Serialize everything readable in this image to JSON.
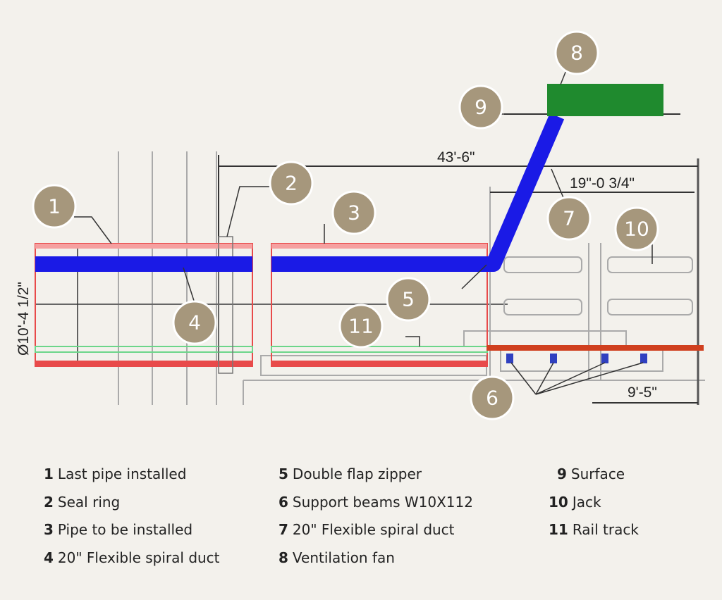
{
  "dimensions": {
    "overall_length": "43'-6\"",
    "partial_length": "19\"-0 3/4\"",
    "beam_spacing": "9'-5\"",
    "diameter": "Ø10'-4 1/2\""
  },
  "callouts": [
    "1",
    "2",
    "3",
    "4",
    "5",
    "6",
    "7",
    "8",
    "9",
    "10",
    "11"
  ],
  "legend": [
    {
      "num": "1",
      "label": "Last pipe installed"
    },
    {
      "num": "2",
      "label": "Seal ring"
    },
    {
      "num": "3",
      "label": "Pipe to be installed"
    },
    {
      "num": "4",
      "label": "20\" Flexible spiral duct"
    },
    {
      "num": "5",
      "label": "Double flap zipper"
    },
    {
      "num": "6",
      "label": "Support beams W10X112"
    },
    {
      "num": "7",
      "label": "20\" Flexible spiral duct"
    },
    {
      "num": "8",
      "label": "Ventilation fan"
    },
    {
      "num": "9",
      "label": "Surface"
    },
    {
      "num": "10",
      "label": "Jack"
    },
    {
      "num": "11",
      "label": "Rail track"
    }
  ],
  "colors": {
    "duct": "#1a1ae6",
    "fan": "#1f8a2e",
    "pipe": "#e84a4a",
    "rail": "#d0401f",
    "callout": "#a6977c"
  }
}
